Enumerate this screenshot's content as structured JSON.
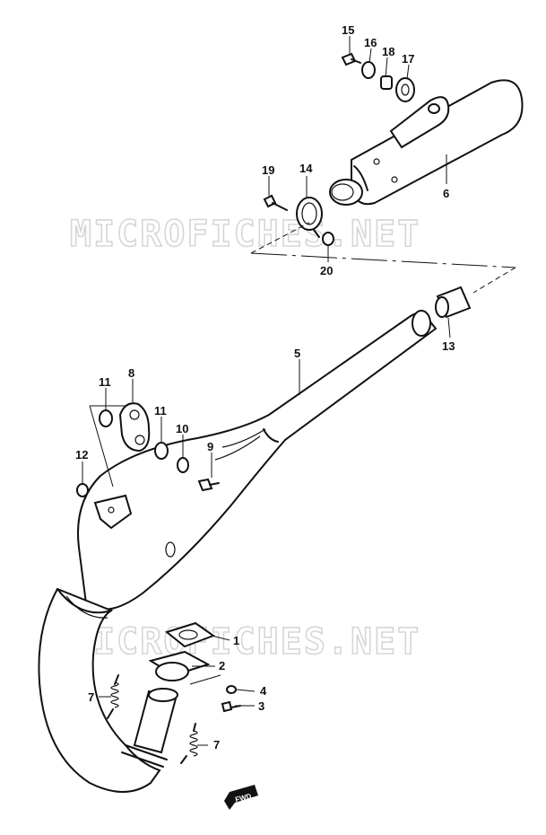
{
  "watermark": {
    "text_top": "MICROFICHES.NET",
    "text_bottom": "MICROFICHES.NET",
    "color": "#d6d6d6"
  },
  "direction_arrow": {
    "label": "FWD"
  },
  "callouts": {
    "c1": "1",
    "c2": "2",
    "c3": "3",
    "c4": "4",
    "c5": "5",
    "c6": "6",
    "c7a": "7",
    "c7b": "7",
    "c8": "8",
    "c9": "9",
    "c10": "10",
    "c11a": "11",
    "c11b": "11",
    "c12": "12",
    "c13": "13",
    "c14": "14",
    "c15": "15",
    "c16": "16",
    "c17": "17",
    "c18": "18",
    "c19": "19",
    "c20": "20"
  }
}
